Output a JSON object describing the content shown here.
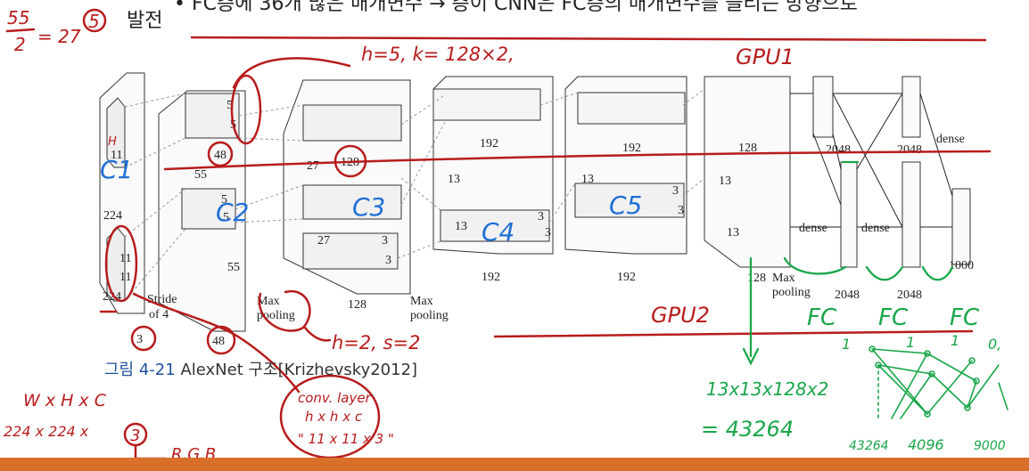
{
  "slide": {
    "top_line": "• FC층에 36개 많은 매개변수 → 층이 CNN은 FC층의 매개변수를 늘리는 방향으로",
    "top_line_cont": "발전",
    "caption_number": "그림 4-21",
    "caption_text": "AlexNet 구조[Krizhevsky2012]"
  },
  "diagram": {
    "input": {
      "dim": "224",
      "dim_b": "224",
      "depth": "3",
      "kernel": "11",
      "stride": "Stride",
      "stride_b": "of 4"
    },
    "conv1": {
      "size": "55",
      "size_b": "55",
      "kernel": "5",
      "depth_top": "48",
      "depth_bottom": "48"
    },
    "conv2": {
      "size": "27",
      "kernel": "3",
      "depth_top": "128",
      "depth_bottom": "128",
      "pool": "Max",
      "pool_b": "pooling"
    },
    "conv3": {
      "size": "13",
      "kernel": "3",
      "depth_top": "192",
      "depth_bottom": "192",
      "pool": "Max",
      "pool_b": "pooling"
    },
    "conv4": {
      "size": "13",
      "kernel": "3",
      "depth_top": "192",
      "depth_bottom": "192"
    },
    "conv5": {
      "size": "13",
      "depth_top": "128",
      "depth_bottom": "128",
      "pool": "Max",
      "pool_b": "pooling"
    },
    "fc": {
      "dense": "dense",
      "units": "2048",
      "output": "1000"
    }
  },
  "annotations": {
    "frac_num": "55",
    "frac_den": "2",
    "frac_eq": "= 27",
    "frac_circle": "5",
    "kernel_note": "h=5, k= 128×2,",
    "gpu1": "GPU1",
    "gpu2": "GPU2",
    "c1": "C1",
    "c2": "C2",
    "c3": "C3",
    "c4": "C4",
    "c5": "C5",
    "h_label": "H",
    "pool_note": "h=2, s=2",
    "whc": "W x H x C",
    "whc_values": "224 x 224 x",
    "whc_circle": "3",
    "rgb": "R.G.B",
    "conv_layer_1": "conv. layer",
    "conv_layer_2": "h x h x c",
    "conv_layer_3": "\" 11 x 11 x 3 \"",
    "calc_1": "13x13x128x2",
    "calc_2": "= 43264",
    "fc1": "FC",
    "fc2": "FC",
    "fc3": "FC",
    "node_a": "1",
    "node_b": "1",
    "node_c": "1",
    "node_d": "0,",
    "n_43264": "43264",
    "n_4096": "4096",
    "n_9000": "9000"
  },
  "colors": {
    "ink_red": "#b81c1c",
    "ink_blue": "#1f6fd6",
    "ink_green": "#1aa64a",
    "bullet_blue": "#1f5fbf",
    "footer_orange": "#d9702a"
  }
}
